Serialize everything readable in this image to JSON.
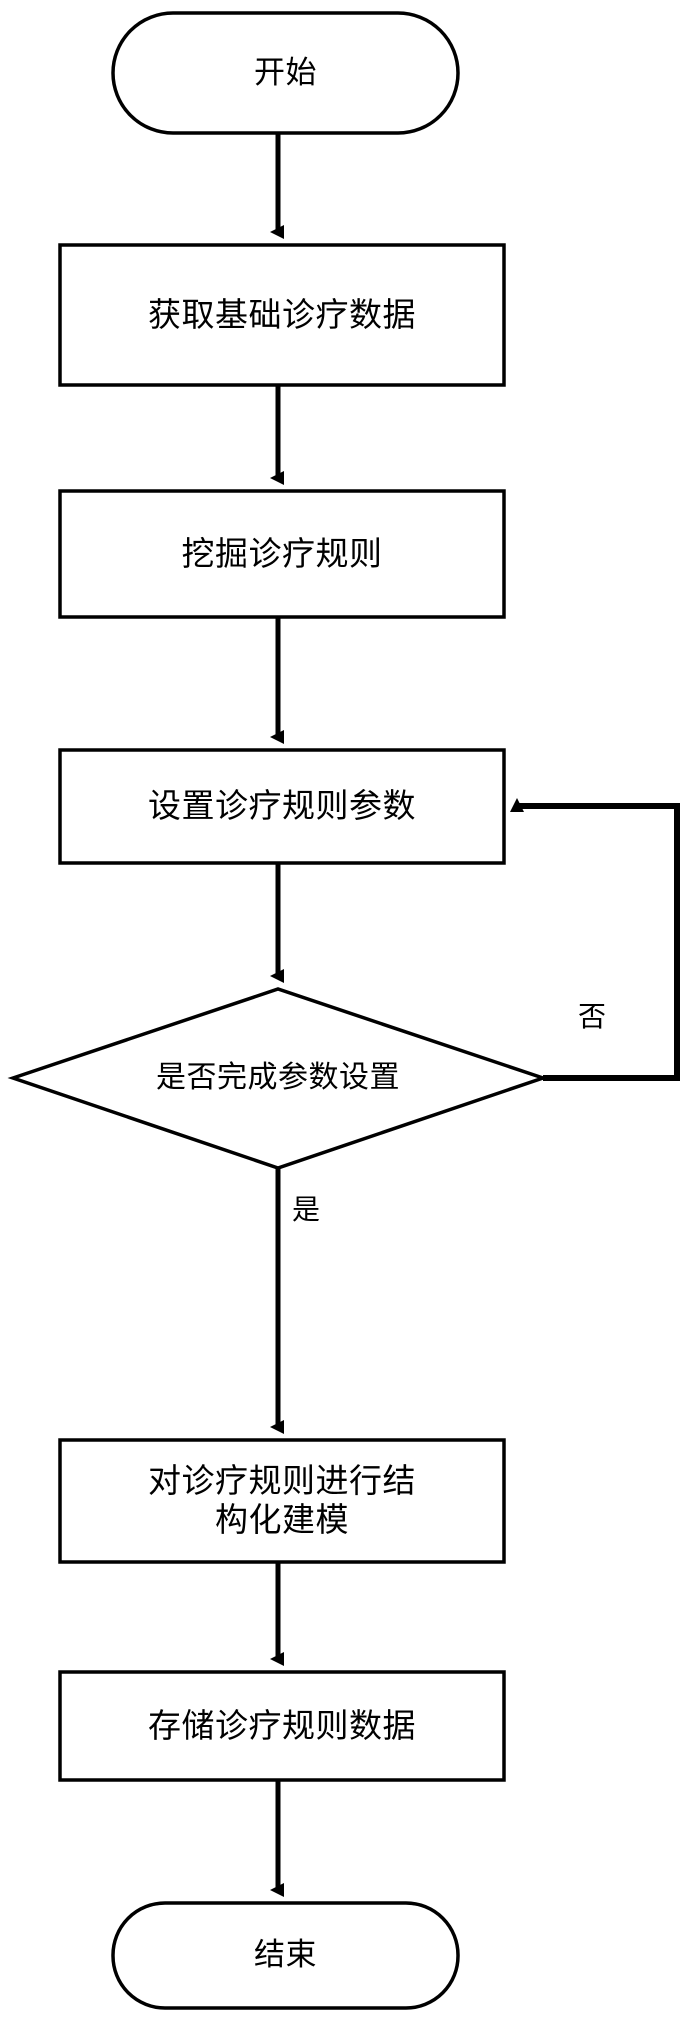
{
  "diagram": {
    "type": "flowchart",
    "orientation": "vertical",
    "stroke_color": "#000000",
    "fill_color": "#ffffff",
    "background": "#ffffff",
    "nodes": [
      {
        "id": "start",
        "shape": "terminal",
        "label": "开始"
      },
      {
        "id": "acquire",
        "shape": "process",
        "label": "获取基础诊疗数据"
      },
      {
        "id": "mine",
        "shape": "process",
        "label": "挖掘诊疗规则"
      },
      {
        "id": "setparam",
        "shape": "process",
        "label": "设置诊疗规则参数"
      },
      {
        "id": "check",
        "shape": "decision",
        "label": "是否完成参数设置"
      },
      {
        "id": "model",
        "shape": "process",
        "label": "对诊疗规则进行结\n构化建模"
      },
      {
        "id": "store",
        "shape": "process",
        "label": "存储诊疗规则数据"
      },
      {
        "id": "end",
        "shape": "terminal",
        "label": "结束"
      }
    ],
    "edges": [
      {
        "from": "start",
        "to": "acquire",
        "label": ""
      },
      {
        "from": "acquire",
        "to": "mine",
        "label": ""
      },
      {
        "from": "mine",
        "to": "setparam",
        "label": ""
      },
      {
        "from": "setparam",
        "to": "check",
        "label": ""
      },
      {
        "from": "check",
        "to": "model",
        "label": "是"
      },
      {
        "from": "check",
        "to": "setparam",
        "label": "否"
      },
      {
        "from": "model",
        "to": "store",
        "label": ""
      },
      {
        "from": "store",
        "to": "end",
        "label": ""
      }
    ],
    "edge_labels": {
      "yes": "是",
      "no": "否"
    }
  }
}
